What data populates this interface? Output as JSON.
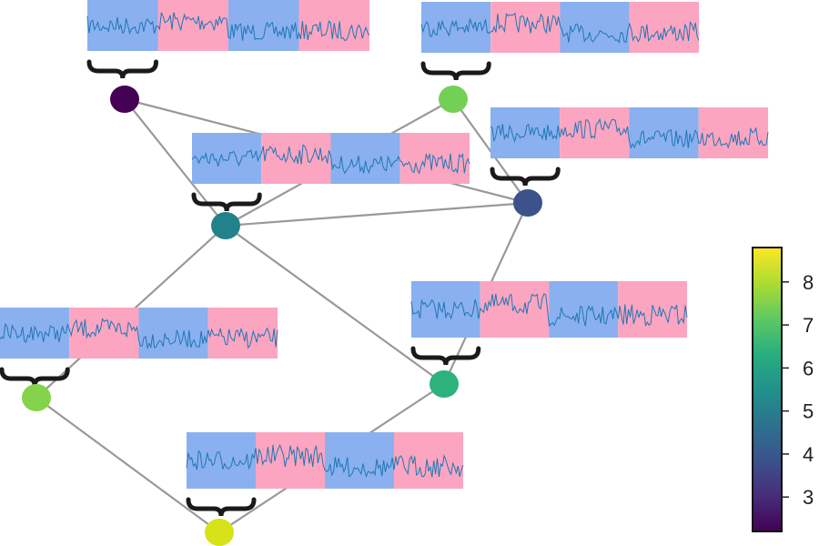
{
  "title": "",
  "segment_colors": {
    "a": "#8ab0f0",
    "b": "#fca5c0"
  },
  "signal_color": "#1f77b4",
  "edge_color": "#999999",
  "brace_color": "#1a1a1a",
  "nodes": [
    {
      "id": "n1",
      "value": 2.3,
      "color": "#440154"
    },
    {
      "id": "n2",
      "value": 7.4,
      "color": "#74d055"
    },
    {
      "id": "n3",
      "value": 4.0,
      "color": "#3b528b"
    },
    {
      "id": "n4",
      "value": 5.3,
      "color": "#21828b"
    },
    {
      "id": "n5",
      "value": 7.6,
      "color": "#84d44b"
    },
    {
      "id": "n6",
      "value": 6.4,
      "color": "#2db27d"
    },
    {
      "id": "n7",
      "value": 8.6,
      "color": "#d8e219"
    }
  ],
  "edges": [
    [
      "n1",
      "n4"
    ],
    [
      "n1",
      "n3"
    ],
    [
      "n2",
      "n4"
    ],
    [
      "n2",
      "n3"
    ],
    [
      "n4",
      "n3"
    ],
    [
      "n4",
      "n5"
    ],
    [
      "n4",
      "n6"
    ],
    [
      "n3",
      "n6"
    ],
    [
      "n5",
      "n7"
    ],
    [
      "n6",
      "n7"
    ]
  ],
  "colorbar": {
    "min": 2.2,
    "max": 8.8,
    "ticks": [
      "3",
      "4",
      "5",
      "6",
      "7",
      "8"
    ],
    "colormap": "viridis"
  }
}
